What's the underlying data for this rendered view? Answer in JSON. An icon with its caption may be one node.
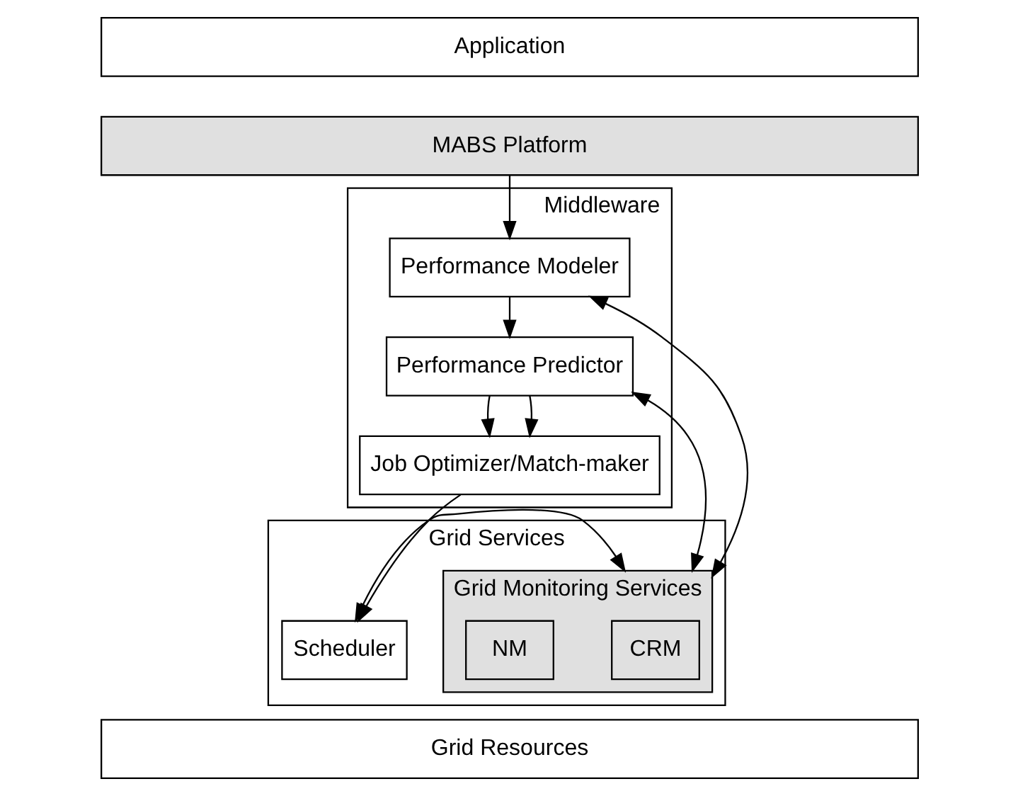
{
  "diagram": {
    "nodes": [
      {
        "text": [
          "Application"
        ]
      },
      {
        "text": [
          "MABS Platform"
        ]
      },
      {
        "text": [
          "Middleware"
        ]
      },
      {
        "text": [
          "Performance Modeler"
        ],
        "in": 2
      },
      {
        "text": [
          "Performance Predictor"
        ],
        "in": 2
      },
      {
        "text": [
          "Job Optimizer/Match-maker"
        ],
        "in": 2
      },
      {
        "text": [
          "Grid Services"
        ]
      },
      {
        "text": [
          "Scheduler"
        ],
        "in": 6
      },
      {
        "text": [
          "Grid Monitoring Services"
        ],
        "in": 6
      },
      {
        "text": [
          "CRM"
        ],
        "in": 8
      },
      {
        "text": [
          "NM"
        ],
        "in": 8
      },
      {
        "text": [
          "Grid Resources"
        ]
      }
    ],
    "edges": [
      {
        "from": 1,
        "to": 3,
        "arrow": "to"
      },
      {
        "from": 3,
        "to": 4,
        "arrow": "to"
      },
      {
        "from": 4,
        "to": 5,
        "arrow": "to"
      },
      {
        "from": 4,
        "to": 5,
        "arrow": "to"
      },
      {
        "from": 5,
        "to": 7,
        "arrow": "to"
      },
      {
        "from": 7,
        "to": 8,
        "arrow": "both"
      },
      {
        "from": 8,
        "to": 3,
        "arrow": "both"
      },
      {
        "from": 8,
        "to": 4,
        "arrow": "both"
      }
    ]
  }
}
